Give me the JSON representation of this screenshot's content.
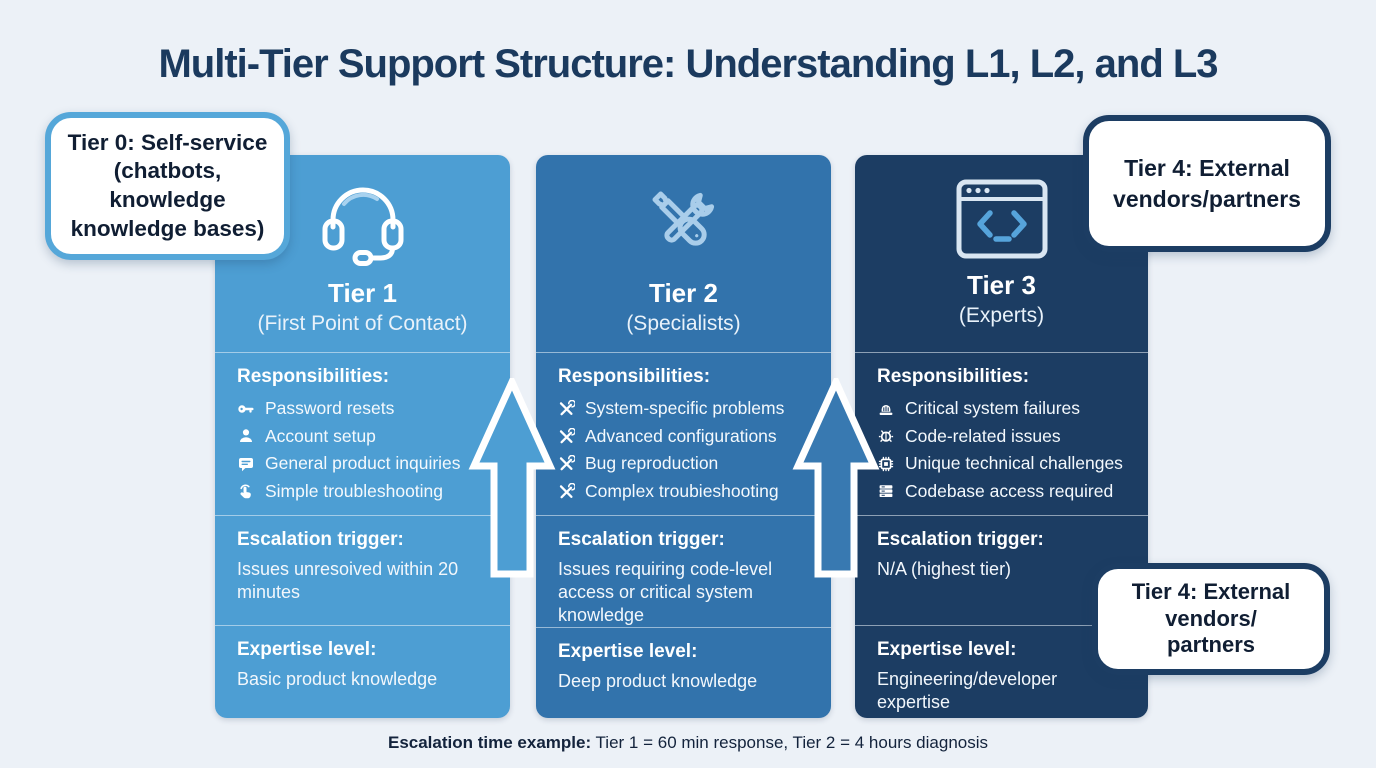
{
  "page": {
    "title": "Multi-Tier Support Structure: Understanding L1, L2, and L3",
    "caption": {
      "bold": "Escalation time example:",
      "rest": " Tier 1 = 60 min response, Tier 2 = 4 hours diagnosis"
    }
  },
  "colors": {
    "background": "#ECF1F7",
    "title_text": "#1B3A5E",
    "tier1": "#4D9ED3",
    "tier2": "#3273AC",
    "tier3": "#1C3D63",
    "callout_border_light": "#55A7D9",
    "callout_border_dark": "#1C3D63",
    "arrow_outline": "#FFFFFF"
  },
  "callouts": {
    "tier0": {
      "label": "Tier 0: Self-service (chatbots, knowledge knowledge bases)",
      "lines": [
        "Tier 0: Self-service",
        "(chatbots,",
        "knowledge",
        "knowledge bases)"
      ]
    },
    "tier4_top": {
      "label": "Tier 4: External vendors/partners",
      "lines": [
        "Tier 4: External",
        "vendors/partners"
      ]
    },
    "tier4_bottom": {
      "label": "Tier 4: External vendors/partners",
      "lines": [
        "Tier 4: External",
        "vendors/",
        "partners"
      ]
    }
  },
  "arrows": [
    {
      "name": "escalation-arrow-tier1-to-tier2",
      "direction": "up"
    },
    {
      "name": "escalation-arrow-tier2-to-tier3",
      "direction": "up"
    }
  ],
  "tiers": [
    {
      "name": "Tier 1",
      "subtitle": "(First Point of Contact)",
      "icon": "headset-icon",
      "responsibilities_heading": "Responsibilities:",
      "responsibilities": [
        {
          "icon": "key-icon",
          "label": "Password resets"
        },
        {
          "icon": "user-icon",
          "label": "Account setup"
        },
        {
          "icon": "chat-icon",
          "label": "General product inquiries"
        },
        {
          "icon": "tap-icon",
          "label": "Simple troubleshooting"
        }
      ],
      "escalation_heading": "Escalation trigger:",
      "escalation": "Issues unresoived within 20 minutes",
      "expertise_heading": "Expertise level:",
      "expertise": "Basic product knowledge"
    },
    {
      "name": "Tier 2",
      "subtitle": "(Specialists)",
      "icon": "crossed-tools-icon",
      "responsibilities_heading": "Responsibilities:",
      "responsibilities": [
        {
          "icon": "tools-small-icon",
          "label": "System-specific problems"
        },
        {
          "icon": "tools-small-icon",
          "label": "Advanced configurations"
        },
        {
          "icon": "tools-small-icon",
          "label": "Bug reproduction"
        },
        {
          "icon": "tools-small-icon",
          "label": "Complex troubieshooting"
        }
      ],
      "escalation_heading": "Escalation trigger:",
      "escalation": "Issues requiring code-level access or critical system knowledge",
      "expertise_heading": "Expertise level:",
      "expertise": "Deep product knowledge"
    },
    {
      "name": "Tier 3",
      "subtitle": "(Experts)",
      "icon": "code-window-icon",
      "responsibilities_heading": "Responsibilities:",
      "responsibilities": [
        {
          "icon": "siren-icon",
          "label": "Critical system failures"
        },
        {
          "icon": "bug-icon",
          "label": "Code-related issues"
        },
        {
          "icon": "chip-icon",
          "label": "Unique technical challenges"
        },
        {
          "icon": "server-icon",
          "label": "Codebase access required"
        }
      ],
      "escalation_heading": "Escalation trigger:",
      "escalation": "N/A (highest tier)",
      "expertise_heading": "Expertise level:",
      "expertise": "Engineering/developer expertise"
    }
  ]
}
